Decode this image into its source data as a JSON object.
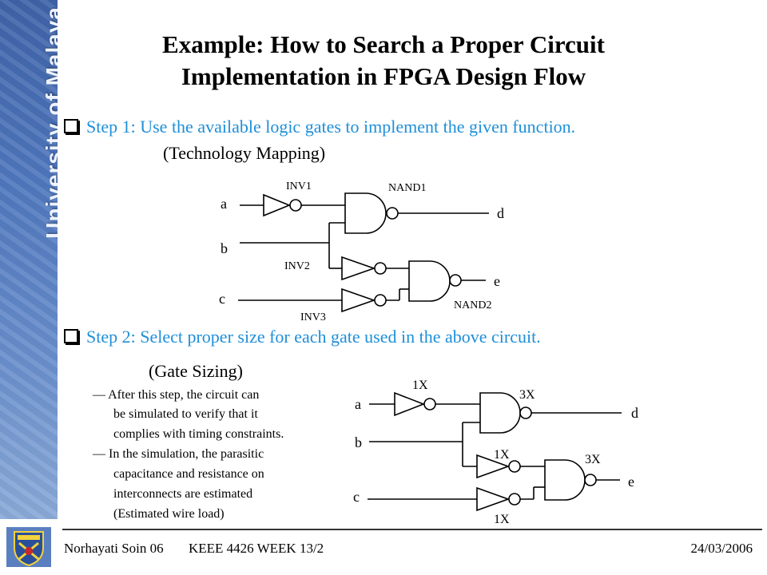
{
  "slide": {
    "title_line1": "Example: How to Search a Proper Circuit",
    "title_line2": "Implementation  in FPGA Design Flow",
    "step1": "Step 1: Use the available logic gates to implement the given function.",
    "step1_sub": "(Technology Mapping)",
    "step2": "Step 2: Select proper size for each gate used in the above circuit.",
    "step2_sub": "(Gate Sizing)",
    "notes": [
      "— After this step, the circuit can",
      "be simulated to verify that it",
      "complies with timing constraints.",
      "— In the simulation, the parasitic",
      "capacitance and resistance on",
      "interconnects are estimated",
      "(Estimated wire load)"
    ]
  },
  "branding": {
    "university": "University of Malaya"
  },
  "footer": {
    "author": "Norhayati Soin 06",
    "course": "KEEE 4426 WEEK  13/2",
    "date": "24/03/2006"
  },
  "circuit1": {
    "inputs": [
      "a",
      "b",
      "c"
    ],
    "outputs": [
      "d",
      "e"
    ],
    "gates": [
      "INV1",
      "NAND1",
      "INV2",
      "INV3",
      "NAND2"
    ]
  },
  "circuit2": {
    "inputs": [
      "a",
      "b",
      "c"
    ],
    "outputs": [
      "d",
      "e"
    ],
    "sizes": [
      "1X",
      "3X",
      "1X",
      "3X",
      "1X"
    ]
  },
  "colors": {
    "accent": "#1e8fd8",
    "sidebar": "#4f77bd"
  }
}
